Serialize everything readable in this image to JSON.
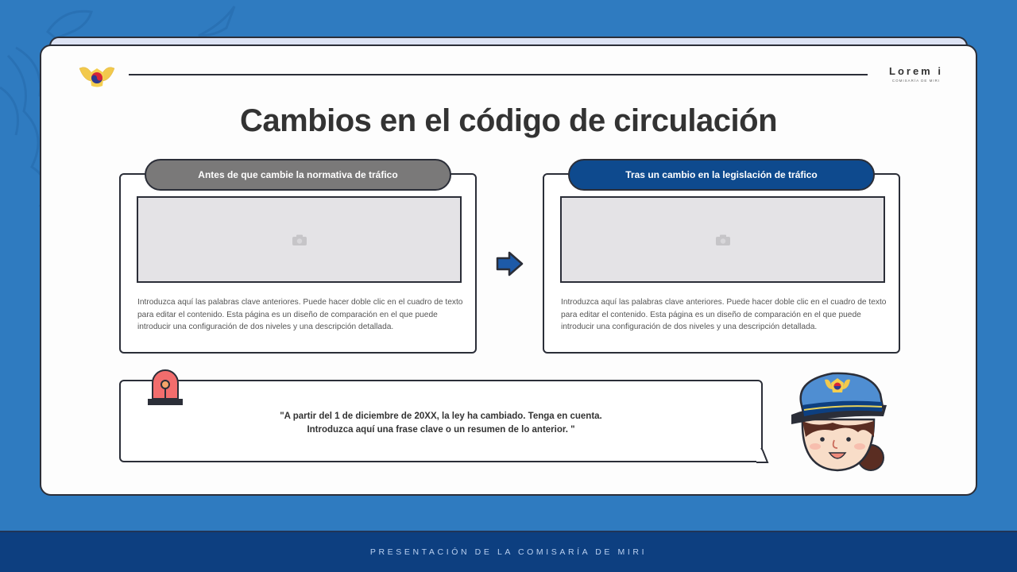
{
  "header": {
    "brand_name": "Lorem i",
    "brand_subtitle": "COMISARÍA DE MIRI",
    "logo_icon": "police-badge-icon"
  },
  "title": "Cambios en el código de circulación",
  "panels": [
    {
      "heading": "Antes de que cambie la normativa de tráfico",
      "image_placeholder_icon": "camera-icon",
      "body": "Introduzca aquí las palabras clave anteriores. Puede hacer doble clic en el cuadro de texto para editar el contenido. Esta página es un diseño de comparación en el que puede introducir una configuración de dos niveles y una descripción detallada.",
      "heading_color": "#7a7979"
    },
    {
      "heading": "Tras un cambio en la legislación de tráfico",
      "image_placeholder_icon": "camera-icon",
      "body": "Introduzca aquí las palabras clave anteriores. Puede hacer doble clic en el cuadro de texto para editar el contenido. Esta página es un diseño de comparación en el que puede introducir una configuración de dos niveles y una descripción detallada.",
      "heading_color": "#0e4a8e"
    }
  ],
  "transition_icon": "arrow-right-icon",
  "quote": {
    "line1": "\"A partir del 1 de diciembre de 20XX, la ley ha cambiado. Tenga en cuenta.",
    "line2": "Introduzca aquí una frase clave o un resumen de lo anterior. \"",
    "icon": "siren-icon"
  },
  "mascot_icon": "police-officer-icon",
  "footer": {
    "text": "PRESENTACIÓN DE LA COMISARÍA DE MIRI"
  },
  "colors": {
    "background": "#2f7bc0",
    "footer": "#0d3f80",
    "accent_blue": "#0e4a8e",
    "accent_gray": "#7a7979",
    "outline": "#2b2e38"
  }
}
